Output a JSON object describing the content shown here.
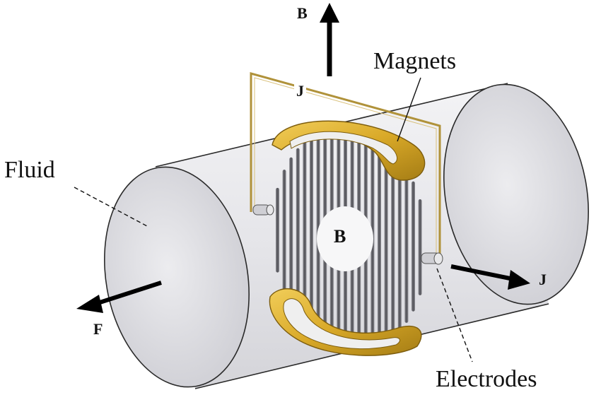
{
  "labels": {
    "b_top": "B",
    "b_center": "B",
    "j_top": "J",
    "j_right": "J",
    "f": "F",
    "magnets": "Magnets",
    "fluid": "Fluid",
    "electrodes": "Electrodes"
  },
  "colors": {
    "cylinder_fill": "#e7e7ea",
    "cylinder_stroke": "#2a2a2a",
    "end_cap_fill": "#d9d9de",
    "magnet_gold": "#d9a928",
    "magnet_dark": "#9a7412",
    "wire": "#b0923a",
    "grid_bar": "#6e6e74",
    "arrow": "#000000"
  },
  "icons": [
    "magnet-shape",
    "electrode-shape",
    "arrow"
  ]
}
